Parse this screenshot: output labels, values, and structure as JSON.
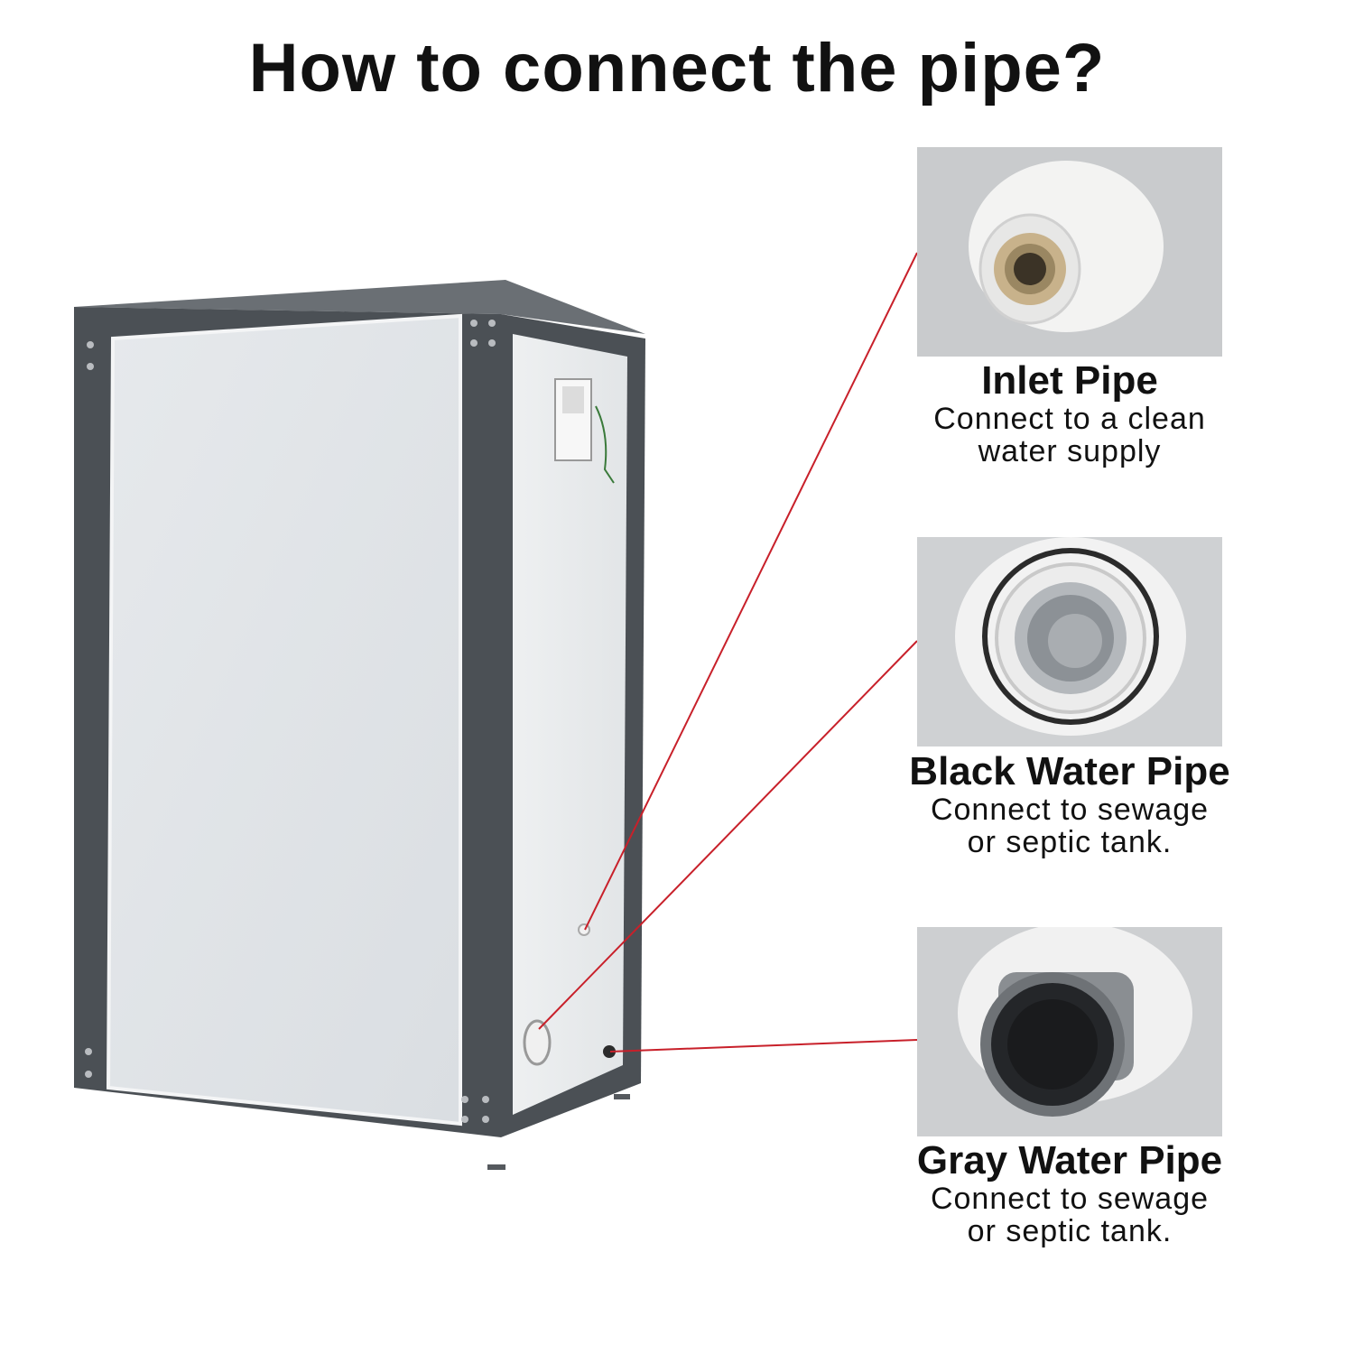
{
  "title": "How to connect the pipe?",
  "colors": {
    "frame": "#4b5055",
    "panel": "#e3e6e9",
    "connector_line": "#c8202a",
    "photo_bg": "#d4d6d8"
  },
  "pipes": [
    {
      "name": "Inlet Pipe",
      "description_line1": "Connect to a clean",
      "description_line2": "water supply"
    },
    {
      "name": "Black Water Pipe",
      "description_line1": "Connect to sewage",
      "description_line2": "or septic tank."
    },
    {
      "name": "Gray Water Pipe",
      "description_line1": "Connect to sewage",
      "description_line2": "or septic tank."
    }
  ]
}
